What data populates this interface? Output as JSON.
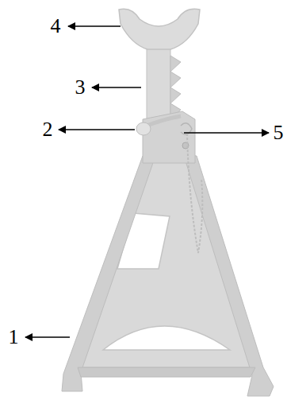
{
  "diagram": {
    "labels": [
      "4",
      "3",
      "2",
      "5",
      "1"
    ]
  }
}
